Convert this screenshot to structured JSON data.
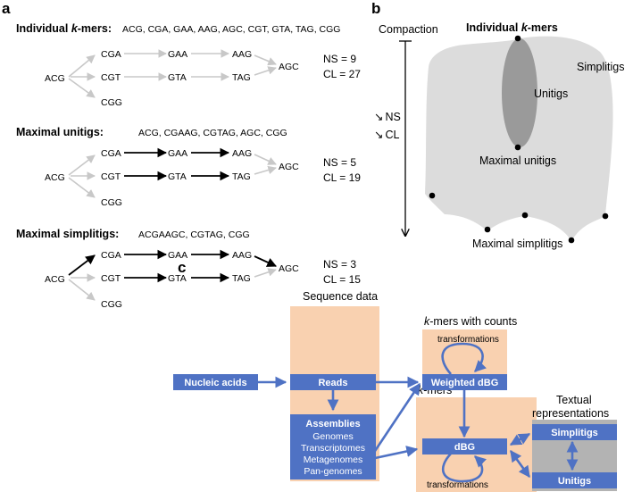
{
  "panel_a": {
    "label": "a",
    "sections": [
      {
        "title_prefix": "Individual ",
        "title_k": "k",
        "title_suffix": "-mers",
        "sequences": "ACG, CGA, GAA, AAG, AGC, CGT, GTA, TAG, CGG",
        "ns": "NS = 9",
        "cl": "CL = 27"
      },
      {
        "title": "Maximal unitigs",
        "sequences": "ACG, CGAAG, CGTAG, AGC, CGG",
        "ns": "NS = 5",
        "cl": "CL = 19"
      },
      {
        "title": "Maximal simplitigs",
        "sequences": "ACGAAGC, CGTAG, CGG",
        "ns": "NS = 3",
        "cl": "CL = 15"
      }
    ],
    "nodes": [
      "ACG",
      "CGA",
      "CGT",
      "CGG",
      "GAA",
      "GTA",
      "AAG",
      "TAG",
      "AGC"
    ],
    "colors": {
      "gray_edge": "#c8c8c8",
      "black_edge": "#000000"
    }
  },
  "panel_b": {
    "label": "b",
    "compaction": "Compaction",
    "individual": "Individual ",
    "individual_k": "k",
    "individual_suffix": "-mers",
    "simplitigs": "Simplitigs",
    "unitigs": "Unitigs",
    "maximal_unitigs": "Maximal unitigs",
    "maximal_simplitigs": "Maximal simplitigs",
    "ns": "NS",
    "cl": "CL",
    "down_arrow": "↘",
    "colors": {
      "region": "#dcdcdc",
      "ellipse": "#9a9a9a"
    }
  },
  "panel_c": {
    "label": "c",
    "sequence_data": "Sequence data",
    "kmers_counts_k": "k",
    "kmers_counts_rest": "-mers with counts",
    "kmers_k": "k",
    "kmers_rest": "-mers",
    "textual_line1": "Textual",
    "textual_line2": "representations",
    "transformations_top": "transformations",
    "transformations_bottom": "transformations",
    "boxes": {
      "nucleic_acids": "Nucleic acids",
      "reads": "Reads",
      "assemblies": "Assemblies",
      "assembly_items": [
        "Genomes",
        "Transcriptomes",
        "Metagenomes",
        "Pan-genomes"
      ],
      "weighted_dbg": "Weighted dBG",
      "dbg": "dBG",
      "simplitigs": "Simplitigs",
      "unitigs": "Unitigs"
    },
    "colors": {
      "box": "#4f72c4",
      "peach": "#f9d1b0",
      "gray": "#b3b3b3",
      "arrow": "#4f72c4"
    }
  }
}
